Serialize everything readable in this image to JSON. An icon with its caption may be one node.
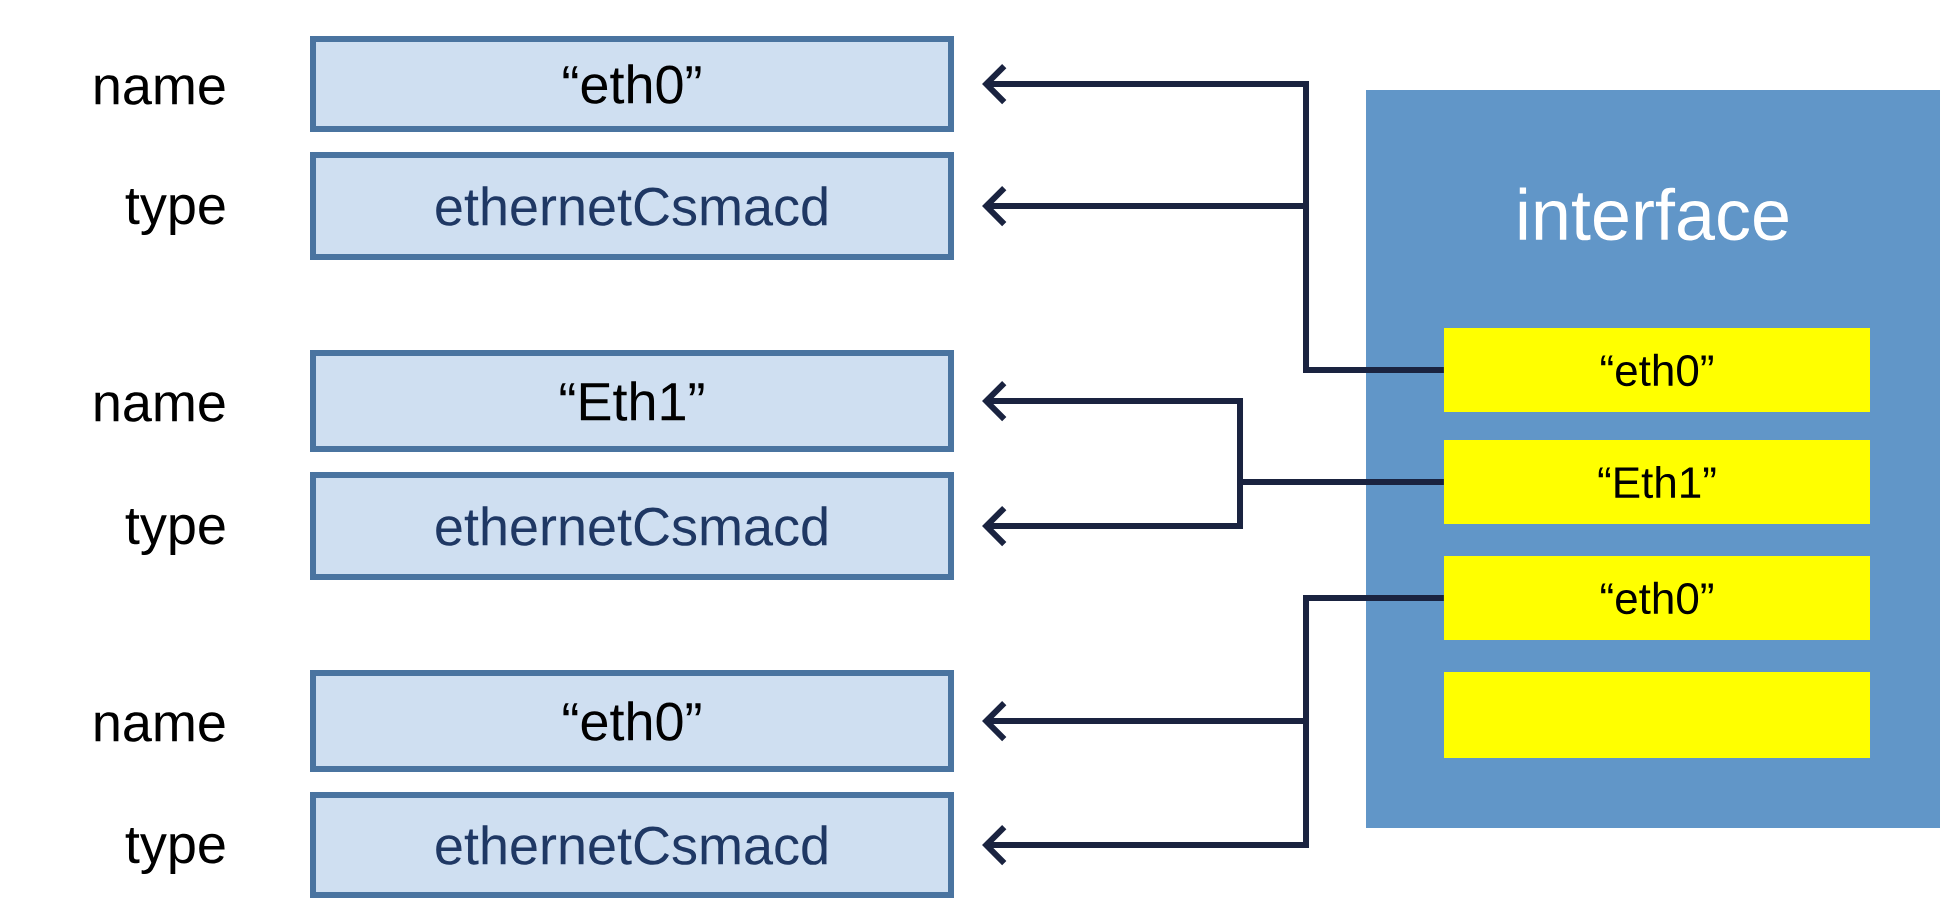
{
  "diagram": {
    "nodes": [
      {
        "text": [
          "“eth0”"
        ],
        "beside": [
          "name"
        ]
      },
      {
        "text": [
          "ethernetCsmacd"
        ],
        "beside": [
          "type"
        ]
      },
      {
        "text": [
          "“Eth1”"
        ],
        "beside": [
          "name"
        ]
      },
      {
        "text": [
          "ethernetCsmacd"
        ],
        "beside": [
          "type"
        ]
      },
      {
        "text": [
          "“eth0”"
        ],
        "beside": [
          "name"
        ]
      },
      {
        "text": [
          "ethernetCsmacd"
        ],
        "beside": [
          "type"
        ]
      },
      {
        "text": [
          "interface"
        ]
      },
      {
        "text": [
          "“eth0”"
        ],
        "in": 6
      },
      {
        "text": [
          "“Eth1”"
        ],
        "in": 6
      },
      {
        "text": [
          "“eth0”"
        ],
        "in": 6
      },
      {
        "text": [],
        "shape": "box",
        "in": 6
      }
    ],
    "edges": [
      {
        "from": 7,
        "to": 0,
        "arrow": "to"
      },
      {
        "from": 7,
        "to": 1,
        "arrow": "to"
      },
      {
        "from": 8,
        "to": 2,
        "arrow": "to"
      },
      {
        "from": 8,
        "to": 3,
        "arrow": "to"
      },
      {
        "from": 9,
        "to": 4,
        "arrow": "to"
      },
      {
        "from": 9,
        "to": 5,
        "arrow": "to"
      }
    ]
  }
}
